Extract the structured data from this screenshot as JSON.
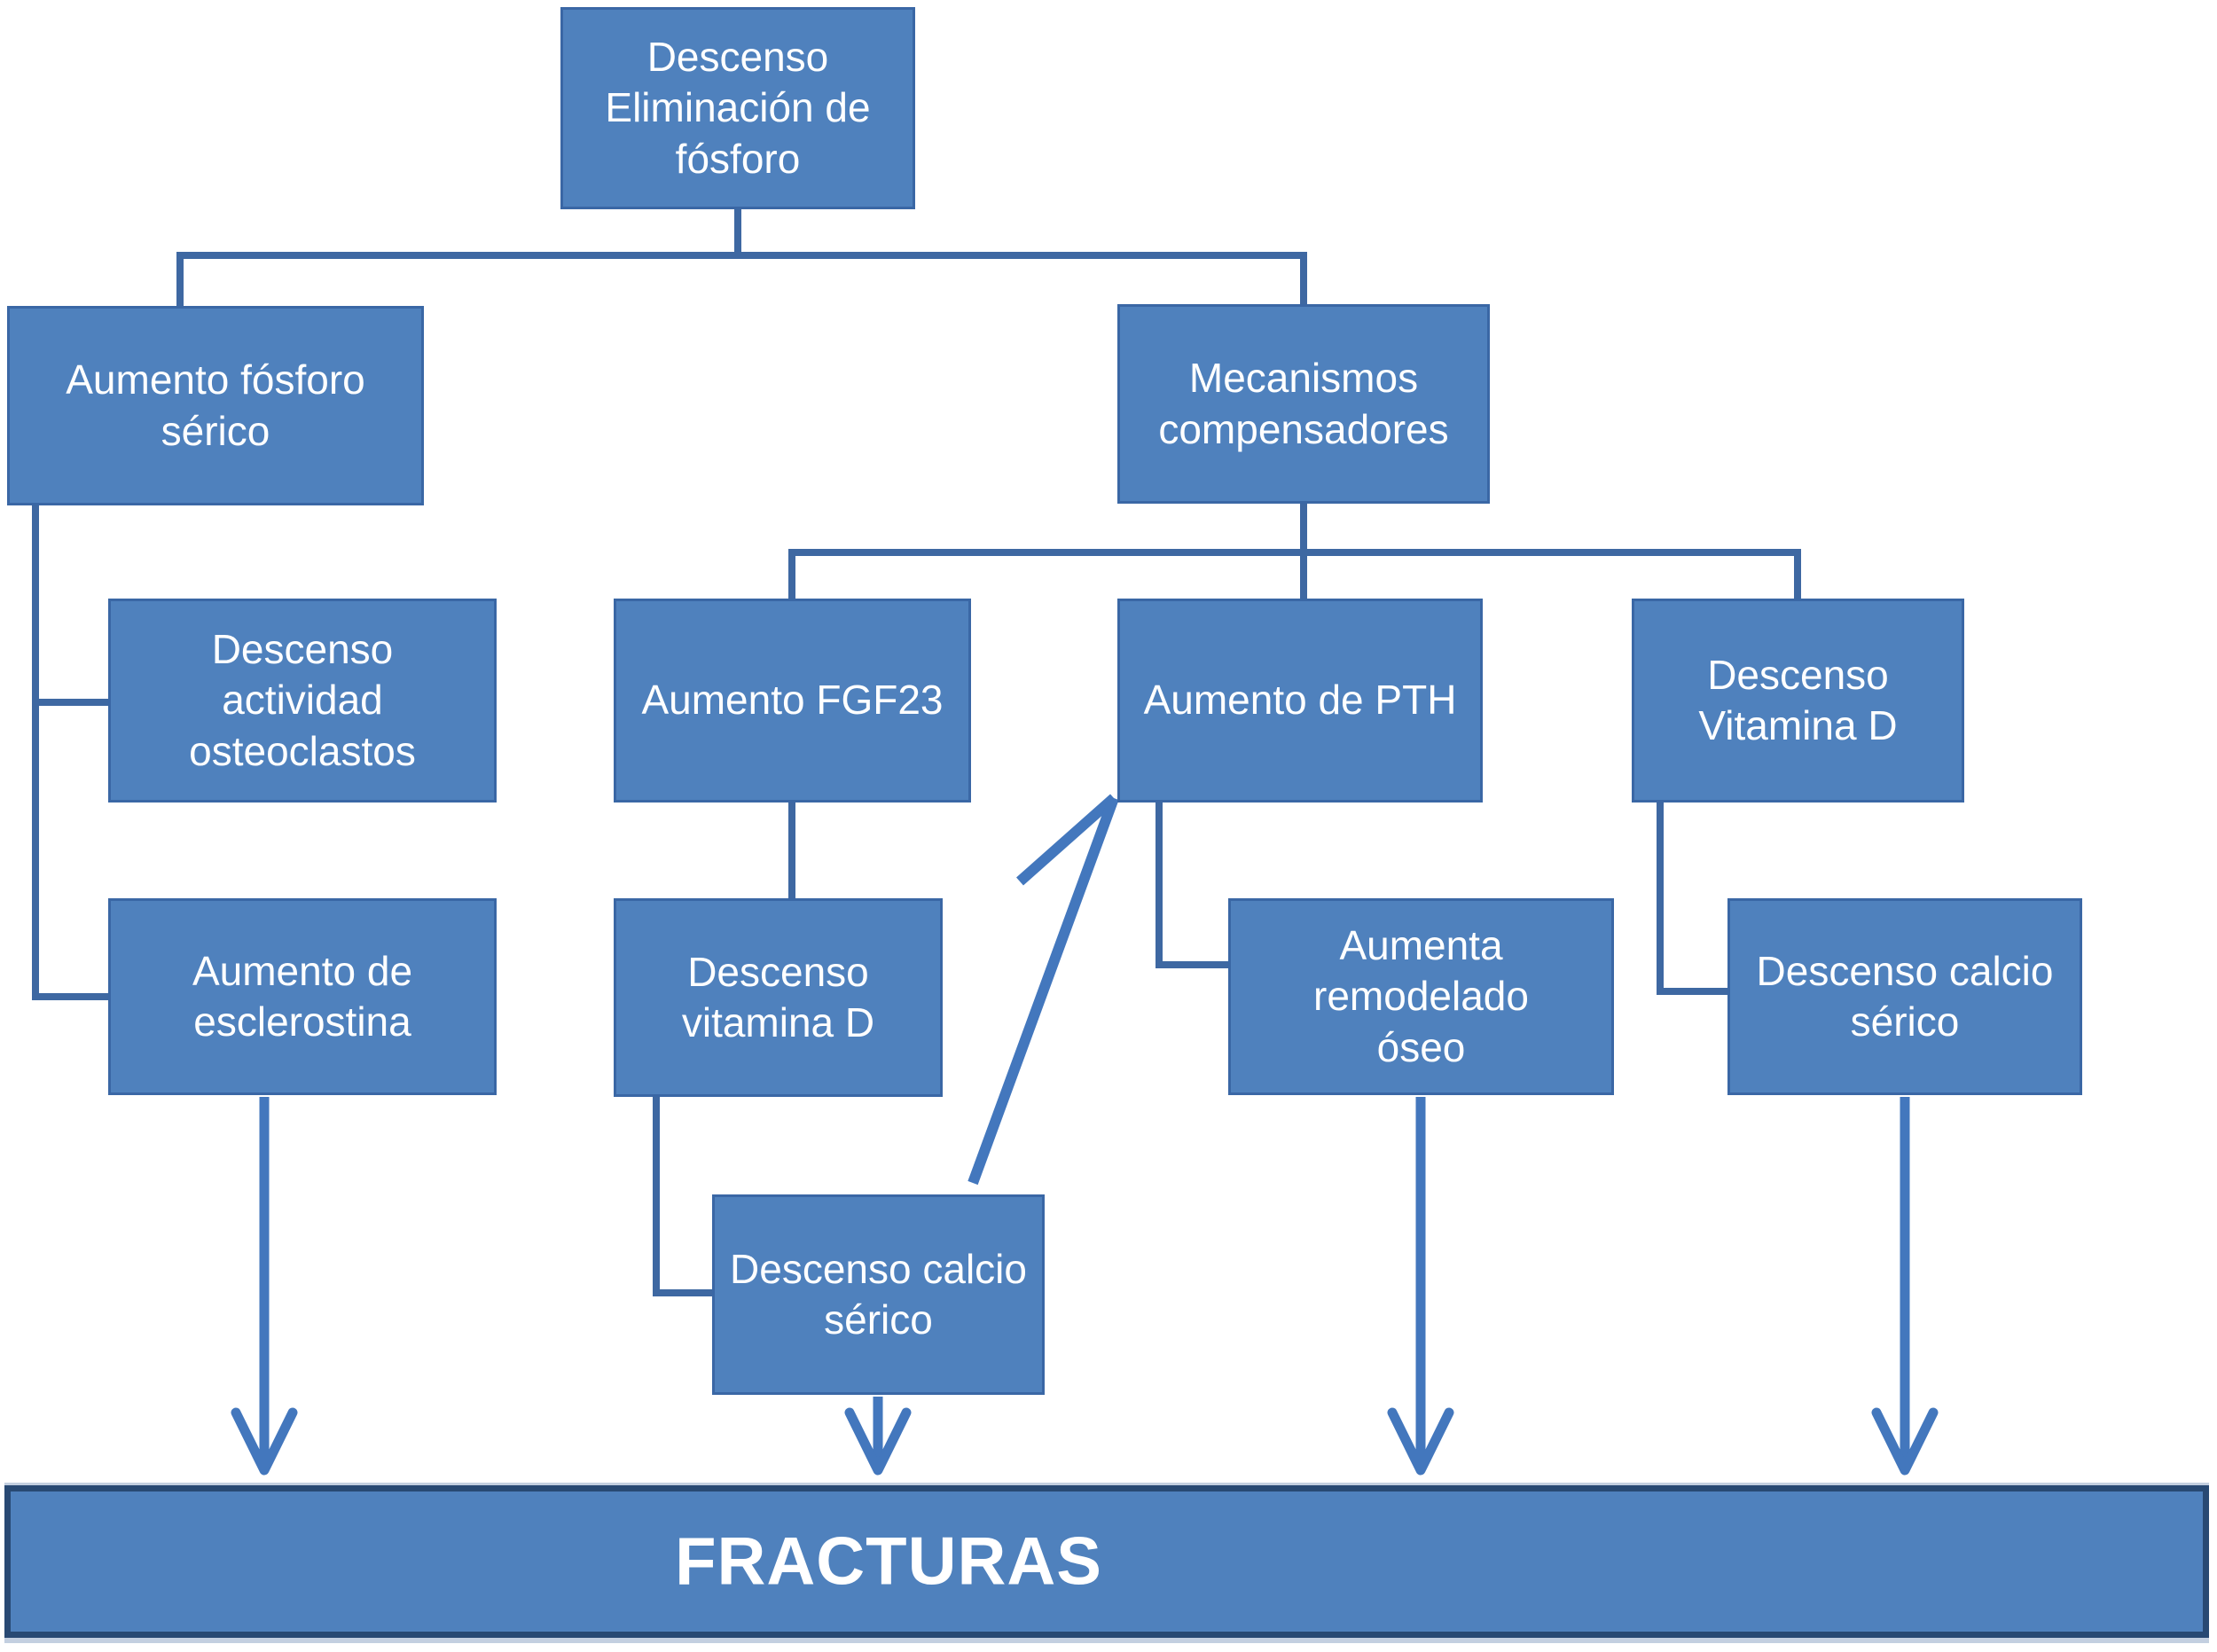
{
  "diagram": {
    "nodes": {
      "root": {
        "label": "Descenso\nEliminación de\nfósforo"
      },
      "fosforo_serico": {
        "label": "Aumento fósforo\nsérico"
      },
      "mecanismos": {
        "label": "Mecanismos\ncompensadores"
      },
      "osteoclastos": {
        "label": "Descenso\nactividad\nosteoclastos"
      },
      "esclerostina": {
        "label": "Aumento de\nesclerostina"
      },
      "fgf23": {
        "label": "Aumento FGF23"
      },
      "pth": {
        "label": "Aumento de PTH"
      },
      "vitamina_d_compensador": {
        "label": "Descenso\nVitamina D"
      },
      "vitamina_d_fgf": {
        "label": "Descenso\nvitamina D"
      },
      "remodelado": {
        "label": "Aumenta\nremodelado\nóseo"
      },
      "calcio_serico_fgf": {
        "label": "Descenso calcio\nsérico"
      },
      "calcio_serico_vitd": {
        "label": "Descenso calcio\nsérico"
      },
      "fracturas": {
        "label": "FRACTURAS"
      }
    },
    "colors": {
      "box_fill": "#4f81bd",
      "box_border": "#3a67a5",
      "connector": "#3e68a2",
      "accent_connector": "#4377bd",
      "bar_border": "#284973",
      "text": "#ffffff"
    }
  }
}
